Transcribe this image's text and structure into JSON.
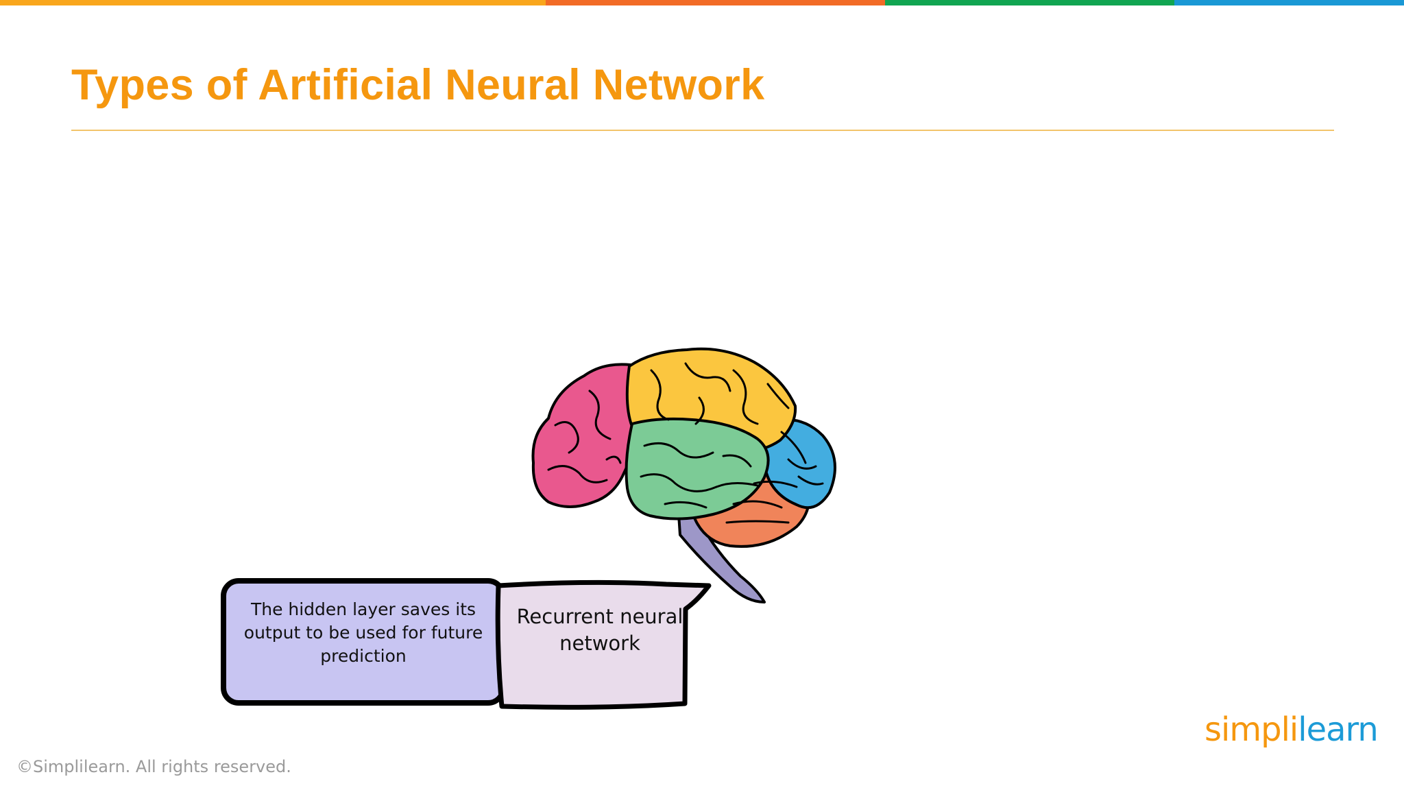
{
  "colors": {
    "bar_orange": "#F9A61C",
    "bar_dark_orange": "#F26B26",
    "bar_green": "#11A551",
    "bar_blue": "#1A98D5",
    "title": "#F5970F",
    "rule": "#F2C46A",
    "hidden_box_fill": "#C8C5F2",
    "bubble_fill": "#E9DCEB",
    "brain_frontal": "#E9588E",
    "brain_parietal": "#FBC63F",
    "brain_temporal": "#7CCB96",
    "brain_occipital": "#43ADE0",
    "brain_cerebellum": "#F0845A",
    "brain_stem": "#9D97C8"
  },
  "slide": {
    "title": "Types of Artificial Neural Network"
  },
  "diagram": {
    "brain_icon": "brain-icon",
    "hidden_box_text": "The hidden layer saves its output to be used for future prediction",
    "bubble_text": "Recurrent neural network"
  },
  "footer": {
    "copyright": "©Simplilearn. All rights reserved.",
    "logo_part1": "simpl",
    "logo_mark": "i",
    "logo_part2": "learn"
  }
}
